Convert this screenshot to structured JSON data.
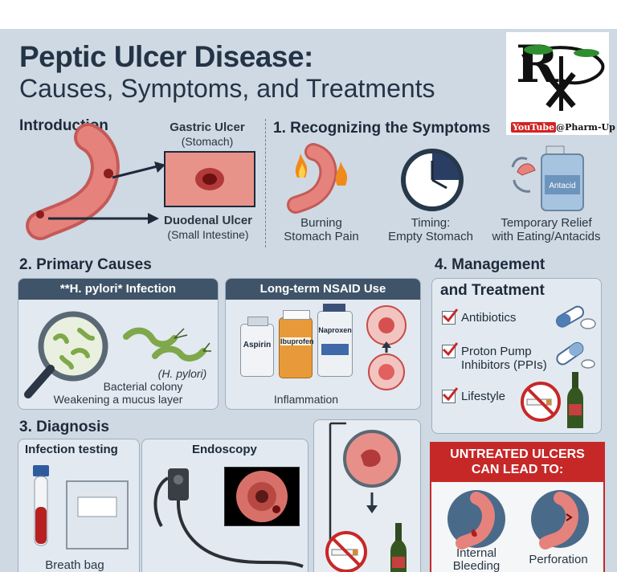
{
  "title": {
    "line1": "Peptic Ulcer Disease:",
    "line2": "Causes, Symptoms, and Treatments"
  },
  "logo": {
    "channel": "@Pharm-Up",
    "brand": "YouTube"
  },
  "intro": {
    "heading": "Introduction",
    "gastric_title": "Gastric Ulcer",
    "gastric_sub": "(Stomach)",
    "duodenal_title": "Duodenal Ulcer",
    "duodenal_sub": "(Small Intestine)"
  },
  "symptoms": {
    "heading": "1. Recognizing the Symptoms",
    "items": [
      {
        "line1": "Burning",
        "line2": "Stomach Pain",
        "icon": "burning-stomach-icon"
      },
      {
        "line1": "Timing:",
        "line2": "Empty Stomach",
        "icon": "clock-icon"
      },
      {
        "line1": "Temporary Relief",
        "line2": "with Eating/Antacids",
        "icon": "antacid-bottle-icon"
      }
    ],
    "antacid_label": "Antacid"
  },
  "causes": {
    "heading": "2. Primary Causes",
    "hpylori": {
      "title": "**H. pylori* Infection",
      "bacteria_label": "(H. pylori)",
      "caption1": "Bacterial colony",
      "caption2": "Weakening a mucus layer"
    },
    "nsaid": {
      "title": "Long-term NSAID Use",
      "bottles": [
        "Aspirin",
        "Ibuprofen",
        "Naproxen"
      ],
      "caption": "Inflammation"
    }
  },
  "management": {
    "heading1": "4. Management",
    "heading2": "and Treatment",
    "items": [
      {
        "line1": "Antibiotics",
        "line2": ""
      },
      {
        "line1": "Proton Pump",
        "line2": "Inhibitors (PPIs)"
      },
      {
        "line1": "Lifestyle",
        "line2": ""
      }
    ]
  },
  "diagnosis": {
    "heading": "3. Diagnosis",
    "infection_title": "Infection testing",
    "infection_caption": "Breath bag",
    "endoscopy_title": "Endoscopy"
  },
  "complications": {
    "title1": "UNTREATED ULCERS",
    "title2": "CAN LEAD TO:",
    "items": [
      {
        "line1": "Internal",
        "line2": "Bleeding"
      },
      {
        "line1": "Perforation",
        "line2": ""
      }
    ]
  },
  "colors": {
    "background": "#cfd9e3",
    "header_bar": "#3f5469",
    "warning_red": "#c62828",
    "stomach_pink": "#e6827c"
  }
}
